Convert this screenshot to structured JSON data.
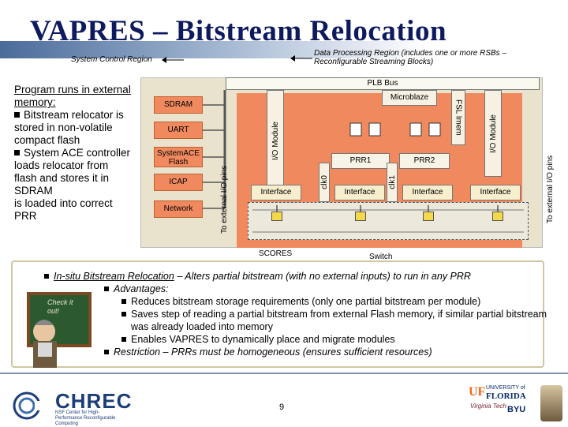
{
  "title": "VAPRES – Bitstream Relocation",
  "labels": {
    "system_control_region": "System Control Region",
    "data_processing_region": "Data Processing Region (includes one or more RSBs – Reconfigurable Streaming Blocks)"
  },
  "left_text": {
    "line1": "Program runs in external memory:",
    "bullet1": "Bitstream relocator is stored in non-volatile compact flash",
    "bullet2": "System ACE controller loads relocator from flash and stores it in SDRAM",
    "trail": "is loaded into correct PRR"
  },
  "diagram": {
    "plb_bus": "PLB Bus",
    "sdram": "SDRAM",
    "uart": "UART",
    "sysace": "SystemACE Flash",
    "icap": "ICAP",
    "network": "Network",
    "ext_io_left": "To external I/O pins",
    "ext_io_right": "To external I/O pins",
    "io_module_left": "I/O Module",
    "io_module_right": "I/O Module",
    "fsl_imem": "FSL Imem",
    "microblaze": "Microblaze",
    "prr1": "PRR1",
    "prr2": "PRR2",
    "clk0": "clk0",
    "clk1": "clk1",
    "interface": "Interface",
    "scores": "SCORES",
    "switch": "Switch"
  },
  "bottom": {
    "main_underline": "In-situ Bitstream Relocation",
    "main_rest": " – Alters partial bitstream (with no external inputs) to run in any PRR",
    "advantages": "Advantages:",
    "adv1": "Reduces bitstream storage requirements (only one partial bitstream per module)",
    "adv2": "Saves step of reading a partial bitstream from external Flash memory, if similar partial bitstream was already loaded into memory",
    "adv3": "Enables VAPRES to dynamically place and migrate modules",
    "restriction": "Restriction – PRRs must be homogeneous (ensures sufficient resources)",
    "chalk": "Check it out!"
  },
  "footer": {
    "page": "9",
    "chrec": "CHREC",
    "chrec_sub": "NSF Center for High-Performance Reconfigurable Computing",
    "uf_small": "UNIVERSITY of",
    "uf_main": "FLORIDA",
    "byu": "BYU",
    "vtech": "Virginia Tech"
  },
  "colors": {
    "title": "#0d1a5e",
    "orange_region": "#f08a5e",
    "tan_region": "#e9e2cd",
    "slide_frame": "#cfc7a1"
  }
}
